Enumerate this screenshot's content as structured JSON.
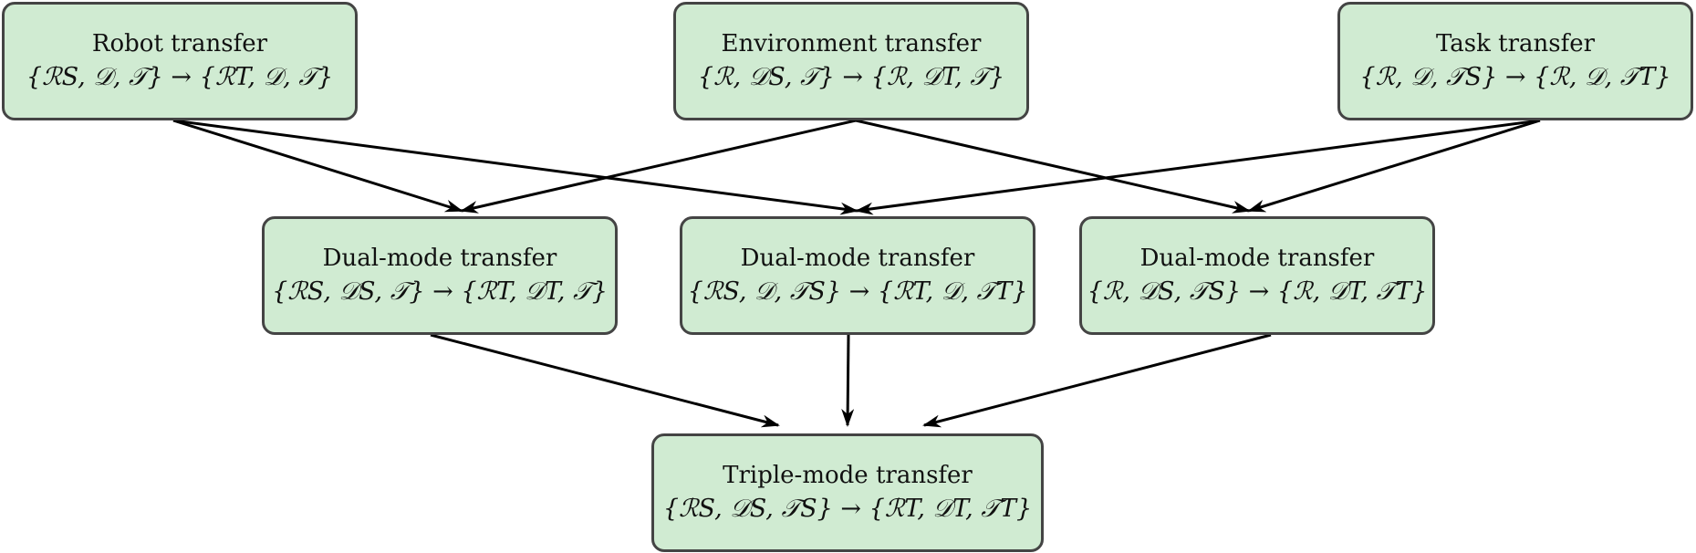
{
  "colors": {
    "node_fill": "#d0ebd2",
    "node_border": "#444444",
    "arrow": "#000000"
  },
  "nodes": {
    "robot": {
      "title": "Robot transfer",
      "formula": "{ℛS, 𝒟, 𝒯} → {ℛT, 𝒟, 𝒯}"
    },
    "env": {
      "title": "Environment transfer",
      "formula": "{ℛ, 𝒟S, 𝒯} → {ℛ, 𝒟T, 𝒯}"
    },
    "task": {
      "title": "Task transfer",
      "formula": "{ℛ, 𝒟, 𝒯S} → {ℛ, 𝒟, 𝒯T}"
    },
    "dual1": {
      "title": "Dual-mode transfer",
      "formula": "{ℛS, 𝒟S, 𝒯} → {ℛT, 𝒟T, 𝒯}"
    },
    "dual2": {
      "title": "Dual-mode transfer",
      "formula": "{ℛS, 𝒟, 𝒯S} → {ℛT, 𝒟, 𝒯T}"
    },
    "dual3": {
      "title": "Dual-mode transfer",
      "formula": "{ℛ, 𝒟S, 𝒯S} → {ℛ, 𝒟T, 𝒯T}"
    },
    "triple": {
      "title": "Triple-mode transfer",
      "formula": "{ℛS, 𝒟S, 𝒯S} → {ℛT, 𝒟T, 𝒯T}"
    }
  },
  "edges": [
    {
      "from": "robot",
      "to": "dual1"
    },
    {
      "from": "robot",
      "to": "dual2"
    },
    {
      "from": "env",
      "to": "dual1"
    },
    {
      "from": "env",
      "to": "dual3"
    },
    {
      "from": "task",
      "to": "dual2"
    },
    {
      "from": "task",
      "to": "dual3"
    },
    {
      "from": "dual1",
      "to": "triple"
    },
    {
      "from": "dual2",
      "to": "triple"
    },
    {
      "from": "dual3",
      "to": "triple"
    }
  ]
}
